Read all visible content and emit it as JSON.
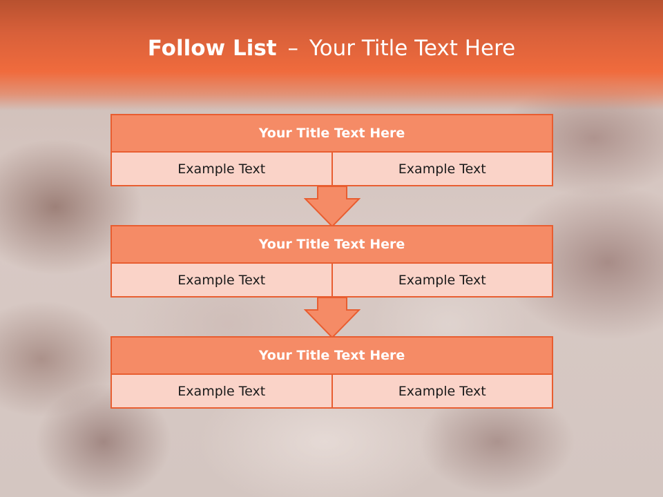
{
  "slide": {
    "title_bold": "Follow List",
    "title_dash": "–",
    "title_rest": "Your Title Text Here"
  },
  "blocks": [
    {
      "title": "Your Title Text Here",
      "left": "Example Text",
      "right": "Example Text"
    },
    {
      "title": "Your Title Text Here",
      "left": "Example Text",
      "right": "Example Text"
    },
    {
      "title": "Your Title Text Here",
      "left": "Example Text",
      "right": "Example Text"
    }
  ],
  "colors": {
    "accent": "#f06b3d",
    "box_title_fill": "#f58b66",
    "box_border": "#e85d30",
    "cell_fill": "#fad3c8"
  }
}
